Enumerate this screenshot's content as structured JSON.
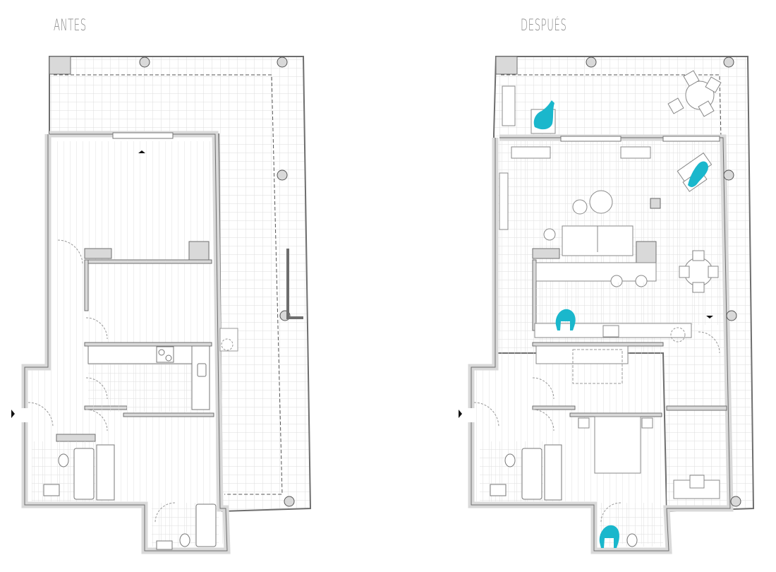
{
  "labels": {
    "before": "ANTES",
    "after": "DESPUÉS"
  },
  "colors": {
    "wall": "#d9d9d9",
    "wall_stroke": "#6e6e6e",
    "grid": "#dcdcdc",
    "line": "#808080",
    "people": "#1ab7cc",
    "background": "#ffffff"
  },
  "plans": [
    {
      "id": "before",
      "title": "ANTES",
      "icons": [
        "entry-arrow-icon",
        "column-icon",
        "stove-icon",
        "sink-icon",
        "toilet-icon",
        "bathtub-icon",
        "door-swing-icon"
      ]
    },
    {
      "id": "after",
      "title": "DESPUÉS",
      "icons": [
        "entry-arrow-icon",
        "column-icon",
        "person-icon",
        "dining-table-icon",
        "sofa-icon",
        "bed-icon",
        "desk-icon",
        "stove-icon",
        "toilet-icon",
        "bathtub-icon"
      ]
    }
  ]
}
